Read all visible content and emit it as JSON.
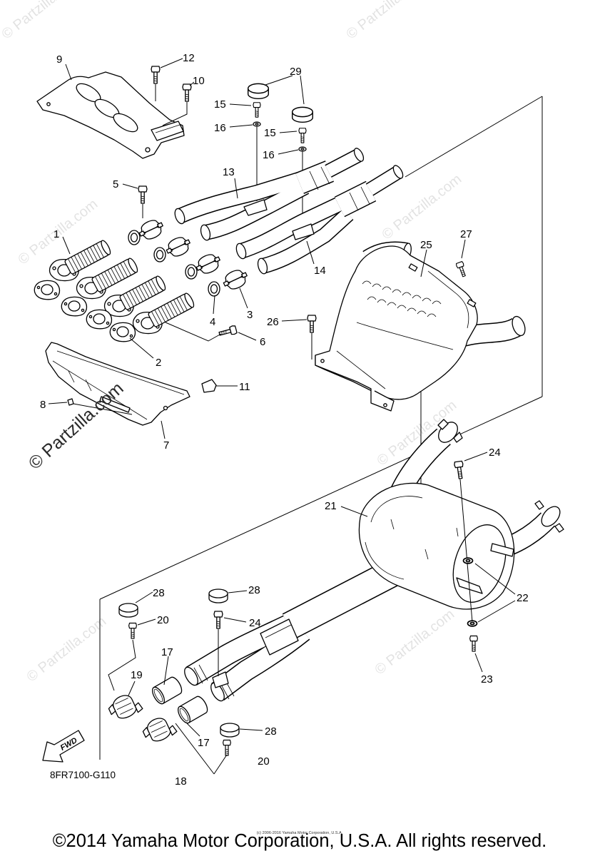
{
  "diagram_code": "8FR7100-G110",
  "copyright": "©2014 Yamaha Motor Corporation, U.S.A. All rights reserved.",
  "fine_print": "(c) 2006-2016 Yamaha Motor Corporation, U.S.A.",
  "watermark_main": "© Partzilla.com",
  "watermark_faint": "© Partzilla.com",
  "fwd_label": "FWD",
  "callouts": [
    "9",
    "12",
    "10",
    "29",
    "15",
    "16",
    "15",
    "16",
    "13",
    "5",
    "1",
    "25",
    "27",
    "14",
    "3",
    "4",
    "26",
    "6",
    "2",
    "11",
    "8",
    "7",
    "24",
    "21",
    "22",
    "28",
    "28",
    "20",
    "24",
    "17",
    "19",
    "23",
    "28",
    "17",
    "20",
    "18"
  ],
  "colors": {
    "line": "#000000",
    "background": "#ffffff",
    "watermark": "#2a2a2a"
  }
}
